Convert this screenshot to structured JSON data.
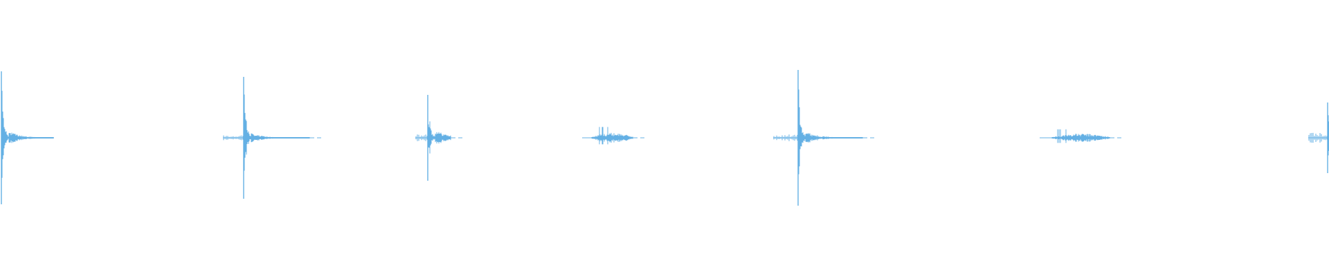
{
  "waveform": {
    "color": "#64b0e4",
    "background": "#ffffff",
    "events": [
      {
        "kind": "click",
        "strength": 0.96
      },
      {
        "kind": "click",
        "strength": 0.88
      },
      {
        "kind": "click",
        "strength": 0.62
      },
      {
        "kind": "rustle",
        "strength": 0.12
      },
      {
        "kind": "click",
        "strength": 0.98
      },
      {
        "kind": "rustle",
        "strength": 0.08
      },
      {
        "kind": "click",
        "strength": 0.51
      }
    ]
  }
}
